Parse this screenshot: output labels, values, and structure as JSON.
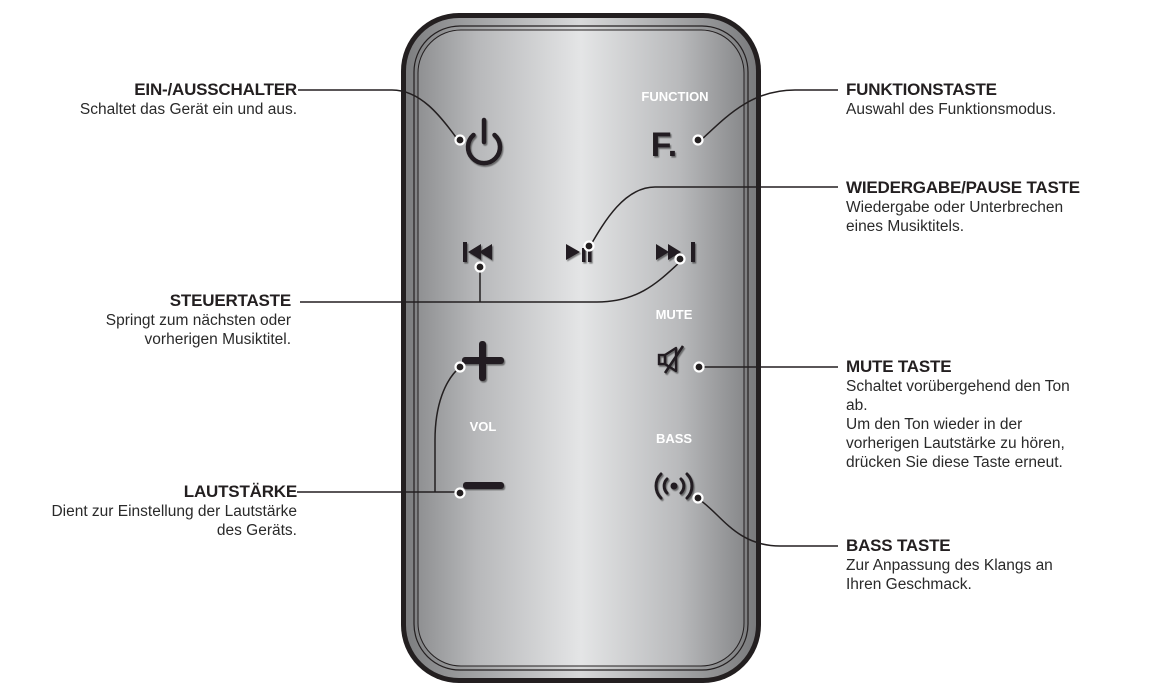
{
  "remote": {
    "labels": {
      "function": "FUNCTION",
      "mute": "MUTE",
      "vol": "VOL",
      "bass": "BASS",
      "function_glyph": "F."
    },
    "colors": {
      "body_outline": "#231f20",
      "body_light": "#e4e5e6",
      "body_dark": "#8e8f91",
      "label_text": "#ffffff",
      "icon": "#231f20"
    },
    "buttons": [
      {
        "id": "power",
        "icon": "power-icon"
      },
      {
        "id": "function",
        "icon": "function-f-icon"
      },
      {
        "id": "previous",
        "icon": "skip-previous-icon"
      },
      {
        "id": "play-pause",
        "icon": "play-pause-icon"
      },
      {
        "id": "next",
        "icon": "skip-next-icon"
      },
      {
        "id": "volume-up",
        "icon": "plus-icon"
      },
      {
        "id": "volume-down",
        "icon": "minus-icon"
      },
      {
        "id": "mute",
        "icon": "mute-speaker-icon"
      },
      {
        "id": "bass",
        "icon": "bass-wave-icon"
      }
    ]
  },
  "callouts": {
    "power": {
      "title": "EIN-/AUSSCHALTER",
      "desc": [
        "Schaltet das Gerät ein und aus."
      ]
    },
    "control": {
      "title": "STEUERTASTE",
      "desc": [
        "Springt zum nächsten oder",
        "vorherigen Musiktitel."
      ]
    },
    "volume": {
      "title": "LAUTSTÄRKE",
      "desc": [
        "Dient zur Einstellung der Lautstärke",
        "des Geräts."
      ]
    },
    "function": {
      "title": "FUNKTIONSTASTE",
      "desc": [
        "Auswahl des Funktionsmodus."
      ]
    },
    "play_pause": {
      "title": "WIEDERGABE/PAUSE TASTE",
      "desc": [
        "Wiedergabe oder Unterbrechen",
        "eines Musiktitels."
      ]
    },
    "mute": {
      "title": "MUTE TASTE",
      "desc": [
        "Schaltet vorübergehend den Ton",
        "ab.",
        "Um den Ton wieder in der",
        "vorherigen Lautstärke zu hören,",
        "drücken Sie diese Taste erneut."
      ]
    },
    "bass": {
      "title": "BASS TASTE",
      "desc": [
        "Zur Anpassung des Klangs an",
        "Ihren Geschmack."
      ]
    }
  }
}
